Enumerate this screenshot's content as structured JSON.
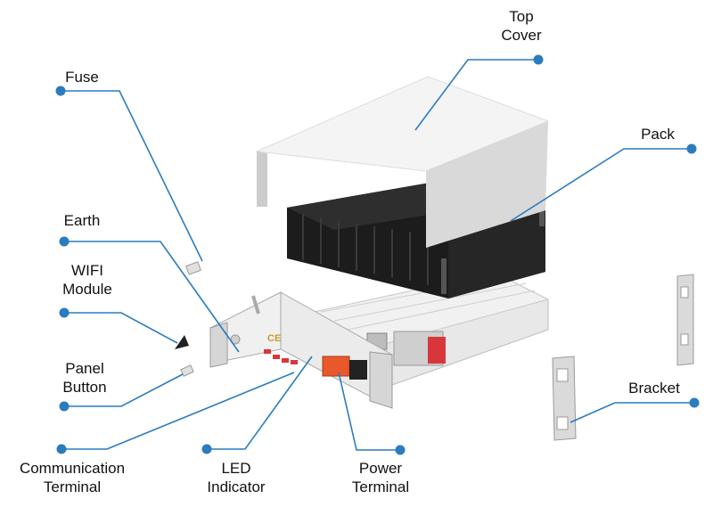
{
  "labels": {
    "top_cover": [
      "Top",
      "Cover"
    ],
    "pack": "Pack",
    "fuse": "Fuse",
    "earth": "Earth",
    "wifi_module": [
      "WIFI",
      "Module"
    ],
    "panel_button": [
      "Panel",
      "Button"
    ],
    "communication_terminal": [
      "Communication",
      "Terminal"
    ],
    "led_indicator": [
      "LED",
      "Indicator"
    ],
    "power_terminal": [
      "Power",
      "Terminal"
    ],
    "bracket": "Bracket"
  },
  "front_panel_logo": "CE",
  "colors": {
    "accent": "#2b7bbf",
    "battery_black": "#1c1c1c",
    "cover_white": "#f2f2f2",
    "terminal_orange": "#e9582b",
    "led_red": "#d8363a"
  }
}
